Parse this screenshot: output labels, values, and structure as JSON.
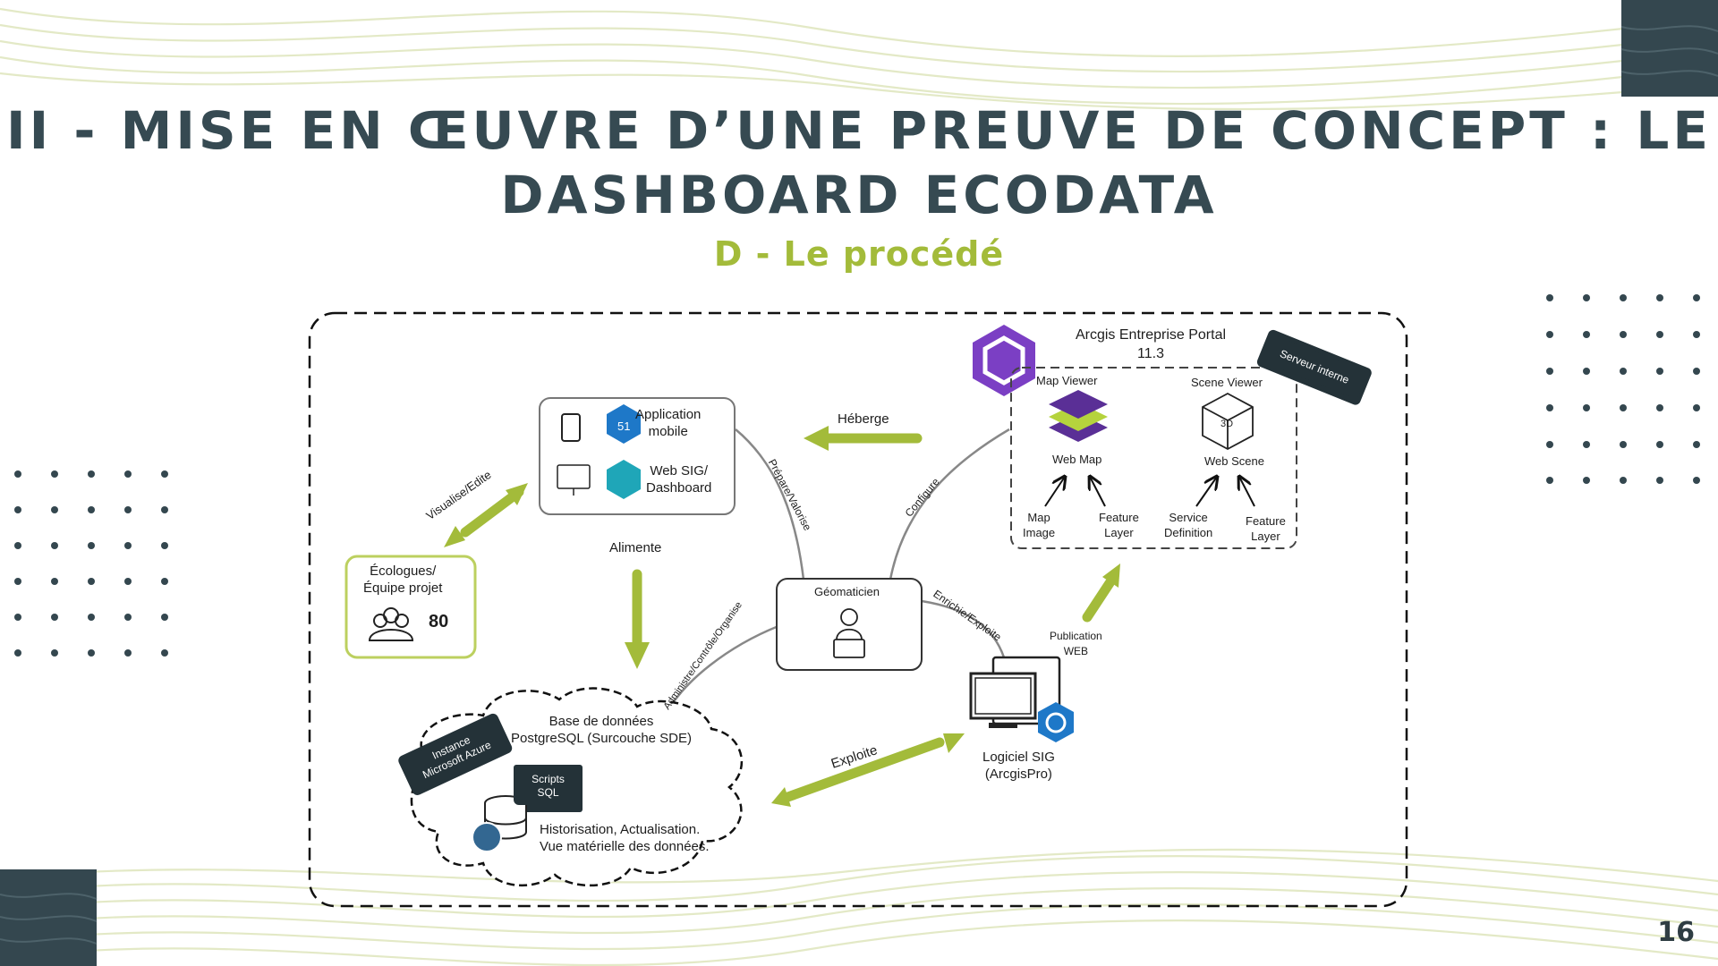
{
  "title_line1": "II - MISE EN ŒUVRE D’UNE PREUVE DE CONCEPT : LE",
  "title_line2": "DASHBOARD ECODATA",
  "subtitle": "D - Le procédé",
  "page_number": "16",
  "colors": {
    "accent_green": "#a3bb3a",
    "dark_slate": "#364a52",
    "arcgis_purple": "#7b3fc4",
    "app_blue": "#1e78c8"
  },
  "diagram": {
    "app_box": {
      "app_label": "Application\nmobile",
      "web_label": "Web SIG/\nDashboard"
    },
    "portal": {
      "title": "Arcgis Entreprise Portal\n11.3",
      "server_tag": "Serveur interne",
      "map_viewer": "Map Viewer",
      "scene_viewer": "Scene Viewer",
      "web_map": "Web Map",
      "web_scene": "Web Scene",
      "scene_3d": "3D",
      "map_image": "Map\nImage",
      "feature_layer_1": "Feature\nLayer",
      "service_definition": "Service\nDefinition",
      "feature_layer_2": "Feature\nLayer"
    },
    "ecologues": {
      "label": "Écologues/\nÉquipe projet",
      "count": "80"
    },
    "geomaticien": "Géomaticien",
    "database": {
      "title": "Base de données\nPostgreSQL (Surcouche SDE)",
      "scripts": "Scripts\nSQL",
      "description": "Historisation, Actualisation.\nVue matérielle des données.",
      "azure_tag": "Instance\nMicrosoft Azure"
    },
    "logiciel": "Logiciel SIG\n(ArcgisPro)",
    "edges": {
      "heberge": "Héberge",
      "visualise": "Visualise/Edite",
      "prepare": "Prépare/Valorise",
      "configure": "Configure",
      "alimente": "Alimente",
      "administre": "Administre/Contrôle/Organise",
      "enrichie": "Enrichie/Exploite",
      "publication": "Publication\nWEB",
      "exploite": "Exploite"
    }
  }
}
